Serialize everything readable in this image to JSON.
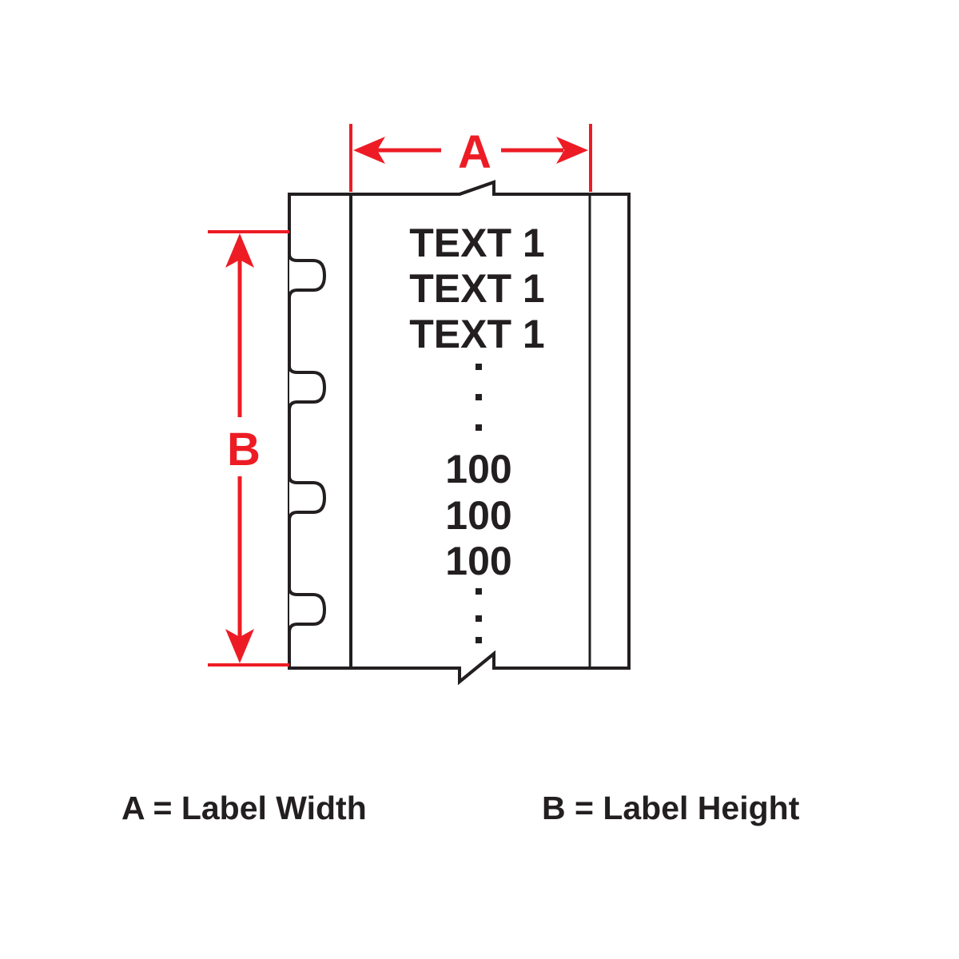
{
  "dimension_a": {
    "letter": "A",
    "meaning": "Label Width"
  },
  "dimension_b": {
    "letter": "B",
    "meaning": "Label Height"
  },
  "label_content": {
    "text_lines": [
      "TEXT 1",
      "TEXT 1",
      "TEXT 1"
    ],
    "number_lines": [
      "100",
      "100",
      "100"
    ],
    "ellipsis": "·"
  },
  "legend": {
    "a_text": "A = Label Width",
    "b_text": "B = Label Height"
  },
  "colors": {
    "dimension_red": "#ED1C24",
    "outline_black": "#231F20",
    "background": "#FFFFFF"
  }
}
